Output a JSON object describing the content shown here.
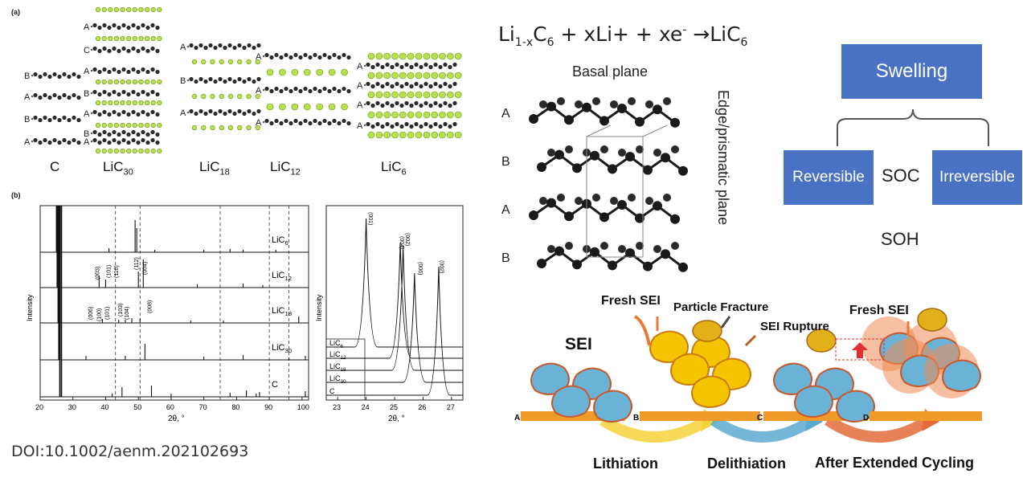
{
  "panel_a": {
    "label": "(a)",
    "columns": [
      {
        "name": "C",
        "sub": "",
        "layers": [
          "B",
          "A",
          "B",
          "A"
        ]
      },
      {
        "name": "LiC",
        "sub": "30",
        "layers": [
          "A",
          "C",
          "A",
          "B",
          "A",
          "B",
          "A"
        ]
      },
      {
        "name": "LiC",
        "sub": "18",
        "layers": [
          "A",
          "B",
          "A"
        ]
      },
      {
        "name": "LiC",
        "sub": "12",
        "layers": [
          "A",
          "A",
          "A"
        ]
      },
      {
        "name": "LiC",
        "sub": "6",
        "layers": [
          "A",
          "A",
          "A",
          "A"
        ]
      }
    ]
  },
  "panel_b": {
    "label": "(b)",
    "ylabel": "Intensity",
    "xlabel": "2θ, °",
    "xticks": [
      "20",
      "30",
      "40",
      "50",
      "60",
      "70",
      "80",
      "90",
      "100"
    ],
    "trace_labels": [
      {
        "name": "LiC",
        "sub": "6"
      },
      {
        "name": "LiC",
        "sub": "12"
      },
      {
        "name": "LiC",
        "sub": "18"
      },
      {
        "name": "LiC",
        "sub": "30"
      },
      {
        "name": "C",
        "sub": ""
      }
    ],
    "peak_labels": [
      "(003)",
      "(101)",
      "(110)",
      "(112)",
      "(004)",
      "(006)",
      "(100)",
      "(101)",
      "(103)",
      "(104)",
      "(008)"
    ]
  },
  "panel_b_inset": {
    "ylabel": "Intensity",
    "xlabel": "2θ, °",
    "xticks": [
      "23",
      "24",
      "25",
      "26",
      "27"
    ],
    "peak_labels": [
      "(001)",
      "(004)",
      "(002)",
      "(006)",
      "(002)"
    ],
    "legend": [
      {
        "name": "LiC",
        "sub": "6"
      },
      {
        "name": "LiC",
        "sub": "12"
      },
      {
        "name": "LiC",
        "sub": "18"
      },
      {
        "name": "LiC",
        "sub": "30"
      },
      {
        "name": "C",
        "sub": ""
      }
    ]
  },
  "doi": "DOI:10.1002/aenm.202102693",
  "equation": {
    "p1": "Li",
    "s1": "1-x",
    "p2": "C",
    "s2": "6",
    "p3": " + xLi+ + xe",
    "sup1": "-",
    "p4": " →LiC",
    "s3": "6"
  },
  "graphite": {
    "title": "Basal plane",
    "side_label": "Edge/prismatic plane",
    "layers": [
      "A",
      "B",
      "A",
      "B"
    ]
  },
  "swelling": {
    "top": "Swelling",
    "left": "Reversible",
    "middle": "SOC",
    "right": "Irreversible",
    "bottom": "SOH"
  },
  "sei": {
    "sei_title": "SEI",
    "fresh_sei_1": "Fresh SEI",
    "particle_fracture": "Particle Fracture",
    "sei_rupture": "SEI Rupture",
    "fresh_sei_2": "Fresh SEI",
    "panel_letters": [
      "A",
      "B",
      "C",
      "D"
    ],
    "steps": [
      "Lithiation",
      "Delithiation",
      "After Extended Cycling"
    ],
    "colors": {
      "particle_blue": "#6bb3d6",
      "particle_yellow": "#f5c400",
      "substrate": "#f09a2a",
      "sei_orange": "#f08a55"
    }
  }
}
